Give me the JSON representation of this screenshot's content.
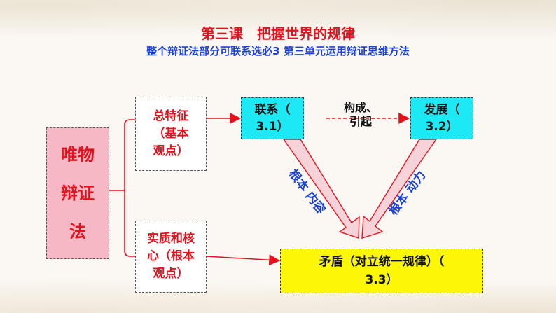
{
  "title": "第三课　把握世界的规律",
  "subtitle": "整个辩证法部分可联系选必3 第三单元运用辩证思维方法",
  "main_concept": "唯物\n辩证\n法",
  "branches": {
    "feature": "总特征\n（基本\n观点）",
    "essence": "实质和核\n心（根本\n观点）"
  },
  "nodes": {
    "link": "联系（\n3.1）",
    "development": "发展（\n3.2）",
    "contradiction": "矛盾（对立统一规律）（\n3.3）"
  },
  "relations": {
    "link_to_development": "构成、\n引起",
    "link_to_contradiction": "根本 内容",
    "development_to_contradiction": "根本 动力"
  },
  "colors": {
    "title": "#e8101c",
    "subtitle": "#1a3fd6",
    "main_fill": "#f5b8c4",
    "cyan_fill": "#1de9f5",
    "yellow_fill": "#fcf607",
    "arrow_fill": "#f6d3d9",
    "connector": "#e8101c"
  }
}
